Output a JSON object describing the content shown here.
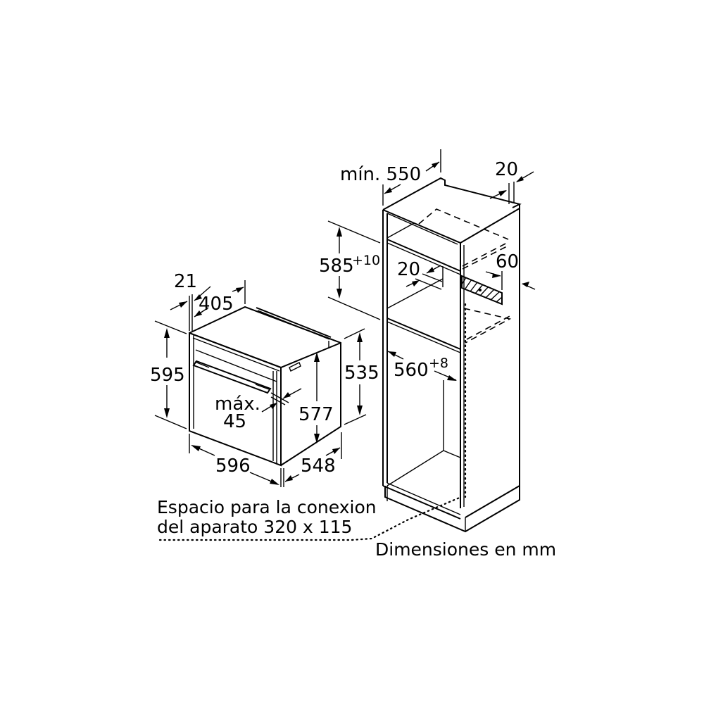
{
  "oven": {
    "dimensions": {
      "depth_front_panel": "21",
      "width_top": "405",
      "height_total": "595",
      "height_body": "535",
      "height_inner": "577",
      "handle_max_label": "máx.",
      "handle_max_value": "45",
      "width_front": "596",
      "depth_body": "548"
    }
  },
  "cabinet": {
    "dimensions": {
      "min_depth_label": "mín. 550",
      "side_thickness": "20",
      "niche_height": "585",
      "niche_height_tolerance": "+10",
      "shelf_gap": "20",
      "vent_depth": "60",
      "niche_width": "560",
      "niche_width_tolerance": "+8"
    }
  },
  "notes": {
    "connection_line1": "Espacio para la conexion",
    "connection_line2": "del aparato 320 x 115",
    "units": "Dimensiones en mm"
  }
}
